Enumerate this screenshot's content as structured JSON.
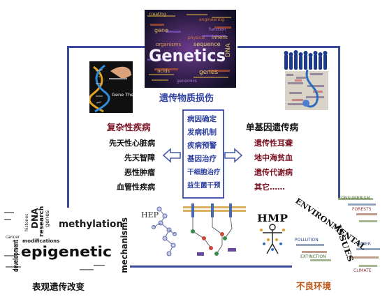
{
  "top": {
    "caption": "遗传物质损伤",
    "word_cloud": {
      "main_word": "Genetics",
      "words": [
        "creating",
        "engineering",
        "gene",
        "function",
        "physical",
        "inherit",
        "organisms",
        "sequence",
        "DNA",
        "acids",
        "genes",
        "genomics"
      ]
    },
    "badge_text": "Gene Therapy"
  },
  "left": {
    "heading": "复杂性疾病",
    "items": [
      "先天性心脏病",
      "先天智障",
      "恶性肿瘤",
      "血管性疾病"
    ]
  },
  "right": {
    "heading": "单基因遗传病",
    "items": [
      "遗传性耳聋",
      "地中海贫血",
      "遗传代谢病",
      "其它……"
    ]
  },
  "center": {
    "items": [
      "病因确定",
      "发病机制",
      "疾病预警",
      "基因治疗",
      "干细胞治疗",
      "益生菌干预"
    ]
  },
  "bottom_left": {
    "caption": "表观遗传改变",
    "cloud_words": [
      "epigenetic",
      "methylation",
      "mechanisms",
      "development",
      "modifications",
      "DNA",
      "research",
      "genes",
      "histones",
      "cancer"
    ]
  },
  "bottom_right": {
    "caption": "不良环境",
    "cloud_words": [
      "ENVIRONMENTAL",
      "ISSUES",
      "CONSUMERISM",
      "FORESTS",
      "POLLUTION",
      "EXTINCTION",
      "WATER",
      "CLIMATE"
    ]
  },
  "bottom_middle": {
    "labels": [
      "HEP",
      "HMP"
    ]
  },
  "colors": {
    "frame": "#3b4a9a",
    "accent_dark_red": "#7a1020",
    "center_blue": "#2d3f9e",
    "env_caption": "#c05a18"
  }
}
